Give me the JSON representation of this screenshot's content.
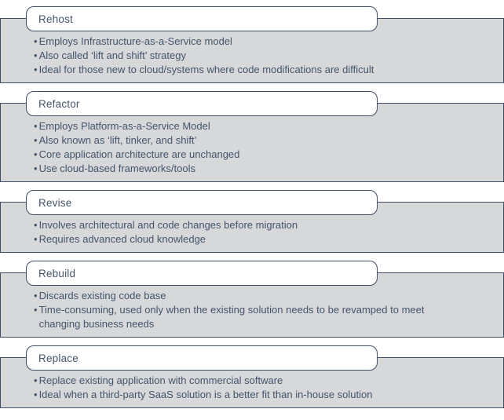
{
  "diagram": {
    "bullet_char": "•",
    "colors": {
      "outline": "#414D63",
      "body_fill": "#D6D8DA",
      "header_fill": "#FFFFFF",
      "text": "#44546A",
      "page_background": "#FFFFFF"
    },
    "sections": [
      {
        "title": "Rehost",
        "bullets": [
          "Employs Infrastructure-as-a-Service model",
          "Also called ‘lift and shift’ strategy",
          "Ideal for those new to cloud/systems where code modifications are difficult"
        ]
      },
      {
        "title": "Refactor",
        "bullets": [
          "Employs Platform-as-a-Service Model",
          "Also known as ‘lift, tinker, and shift’",
          "Core application architecture are unchanged",
          "Use cloud-based frameworks/tools"
        ]
      },
      {
        "title": "Revise",
        "bullets": [
          "Involves architectural and code changes before migration",
          "Requires advanced cloud knowledge"
        ]
      },
      {
        "title": "Rebuild",
        "bullets": [
          "Discards existing code base",
          "Time-consuming, used only when the existing solution needs to be revamped to meet changing business needs"
        ]
      },
      {
        "title": "Replace",
        "bullets": [
          "Replace existing application with commercial software",
          "Ideal when a third-party SaaS solution is a better fit than in-house solution"
        ]
      }
    ]
  }
}
